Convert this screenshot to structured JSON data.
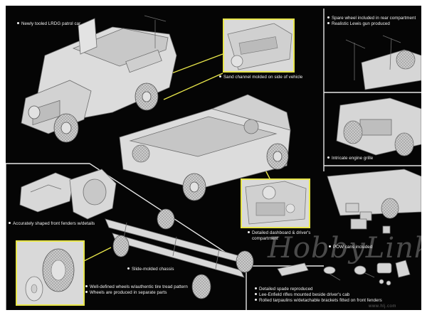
{
  "captions": {
    "c1": "Newly tooled LRDG patrol car",
    "c2": "Sand channel molded on side of vehicle",
    "c3a": "Spare wheel included in rear compartment",
    "c3b": "Realistic Lewis gun produced",
    "c4": "Intricate engine grille",
    "c5": "Accurately shaped front fenders w/details",
    "c6a": "Detailed dashboard & driver's",
    "c6b": "compartment",
    "c7": "POW cans included",
    "c8": "Slide-molded chassis",
    "c9a": "Well-defined wheels w/authentic tire tread pattern",
    "c9b": "Wheels are produced in separate parts",
    "c10a": "Detailed spade reproduced",
    "c10b": "Lee-Enfield rifles mounted beside driver's cab",
    "c10c": "Rolled tarpaulins w/detachable brackets fitted on front fenders"
  },
  "watermark": {
    "main": "HobbyLink",
    "sub": "www.hlj.com"
  },
  "colors": {
    "background": "#050505",
    "caption": "#f2f2f2",
    "highlight": "#e8e64a",
    "model": "#d9d9d9"
  }
}
